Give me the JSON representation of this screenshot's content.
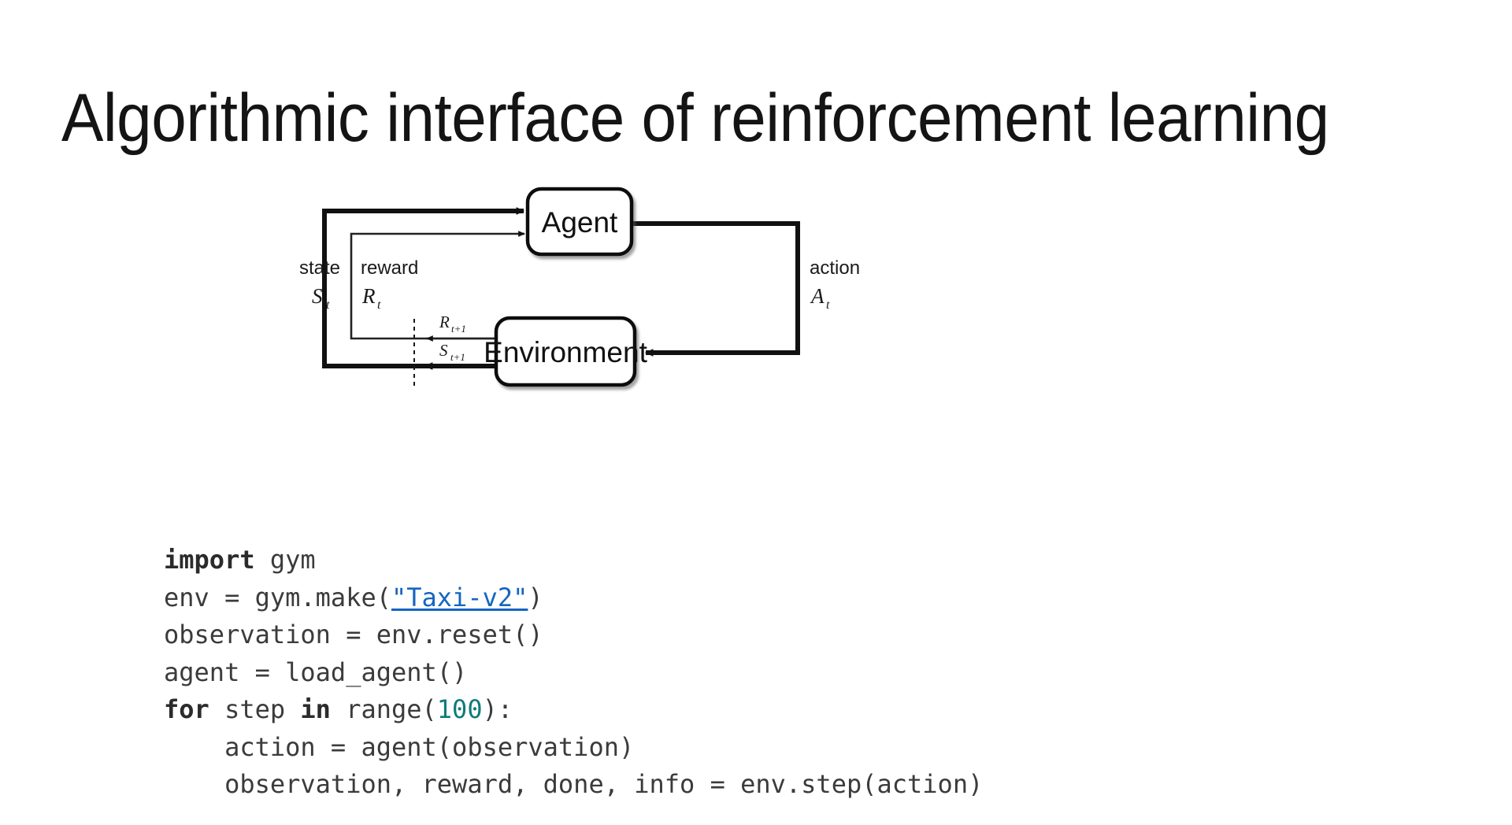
{
  "slide": {
    "title": "Algorithmic interface of reinforcement learning",
    "background_color": "#ffffff"
  },
  "diagram": {
    "name": "agent-environment-interaction-loop",
    "boxes": [
      {
        "id": "agent",
        "label": "Agent"
      },
      {
        "id": "environment",
        "label": "Environment"
      }
    ],
    "labels": {
      "state_word": "state",
      "state_symbol": "S",
      "state_subscript": "t",
      "reward_word": "reward",
      "reward_symbol": "R",
      "reward_subscript": "t",
      "action_word": "action",
      "action_symbol": "A",
      "action_subscript": "t",
      "reward_next_symbol": "R",
      "reward_next_subscript": "t+1",
      "state_next_symbol": "S",
      "state_next_subscript": "t+1"
    },
    "stroke_color": "#111111"
  },
  "code": {
    "language": "python",
    "link_color": "#1565c0",
    "number_color": "#0e7c79",
    "text_color": "#3b3b3b",
    "lines": [
      [
        {
          "t": "import",
          "c": "kw"
        },
        {
          "t": " gym",
          "c": "plain"
        }
      ],
      [
        {
          "t": "env = gym.make(",
          "c": "plain"
        },
        {
          "t": "\"Taxi-v2\"",
          "c": "link"
        },
        {
          "t": ")",
          "c": "plain"
        }
      ],
      [
        {
          "t": "observation = env.reset()",
          "c": "plain"
        }
      ],
      [
        {
          "t": "agent = load_agent()",
          "c": "plain"
        }
      ],
      [
        {
          "t": "for",
          "c": "kw"
        },
        {
          "t": " step ",
          "c": "plain"
        },
        {
          "t": "in",
          "c": "kw"
        },
        {
          "t": " range(",
          "c": "plain"
        },
        {
          "t": "100",
          "c": "num"
        },
        {
          "t": "):",
          "c": "plain"
        }
      ],
      [
        {
          "t": "    action = agent(observation)",
          "c": "plain"
        }
      ],
      [
        {
          "t": "    observation, reward, done, info = env.step(action)",
          "c": "plain"
        }
      ]
    ]
  }
}
